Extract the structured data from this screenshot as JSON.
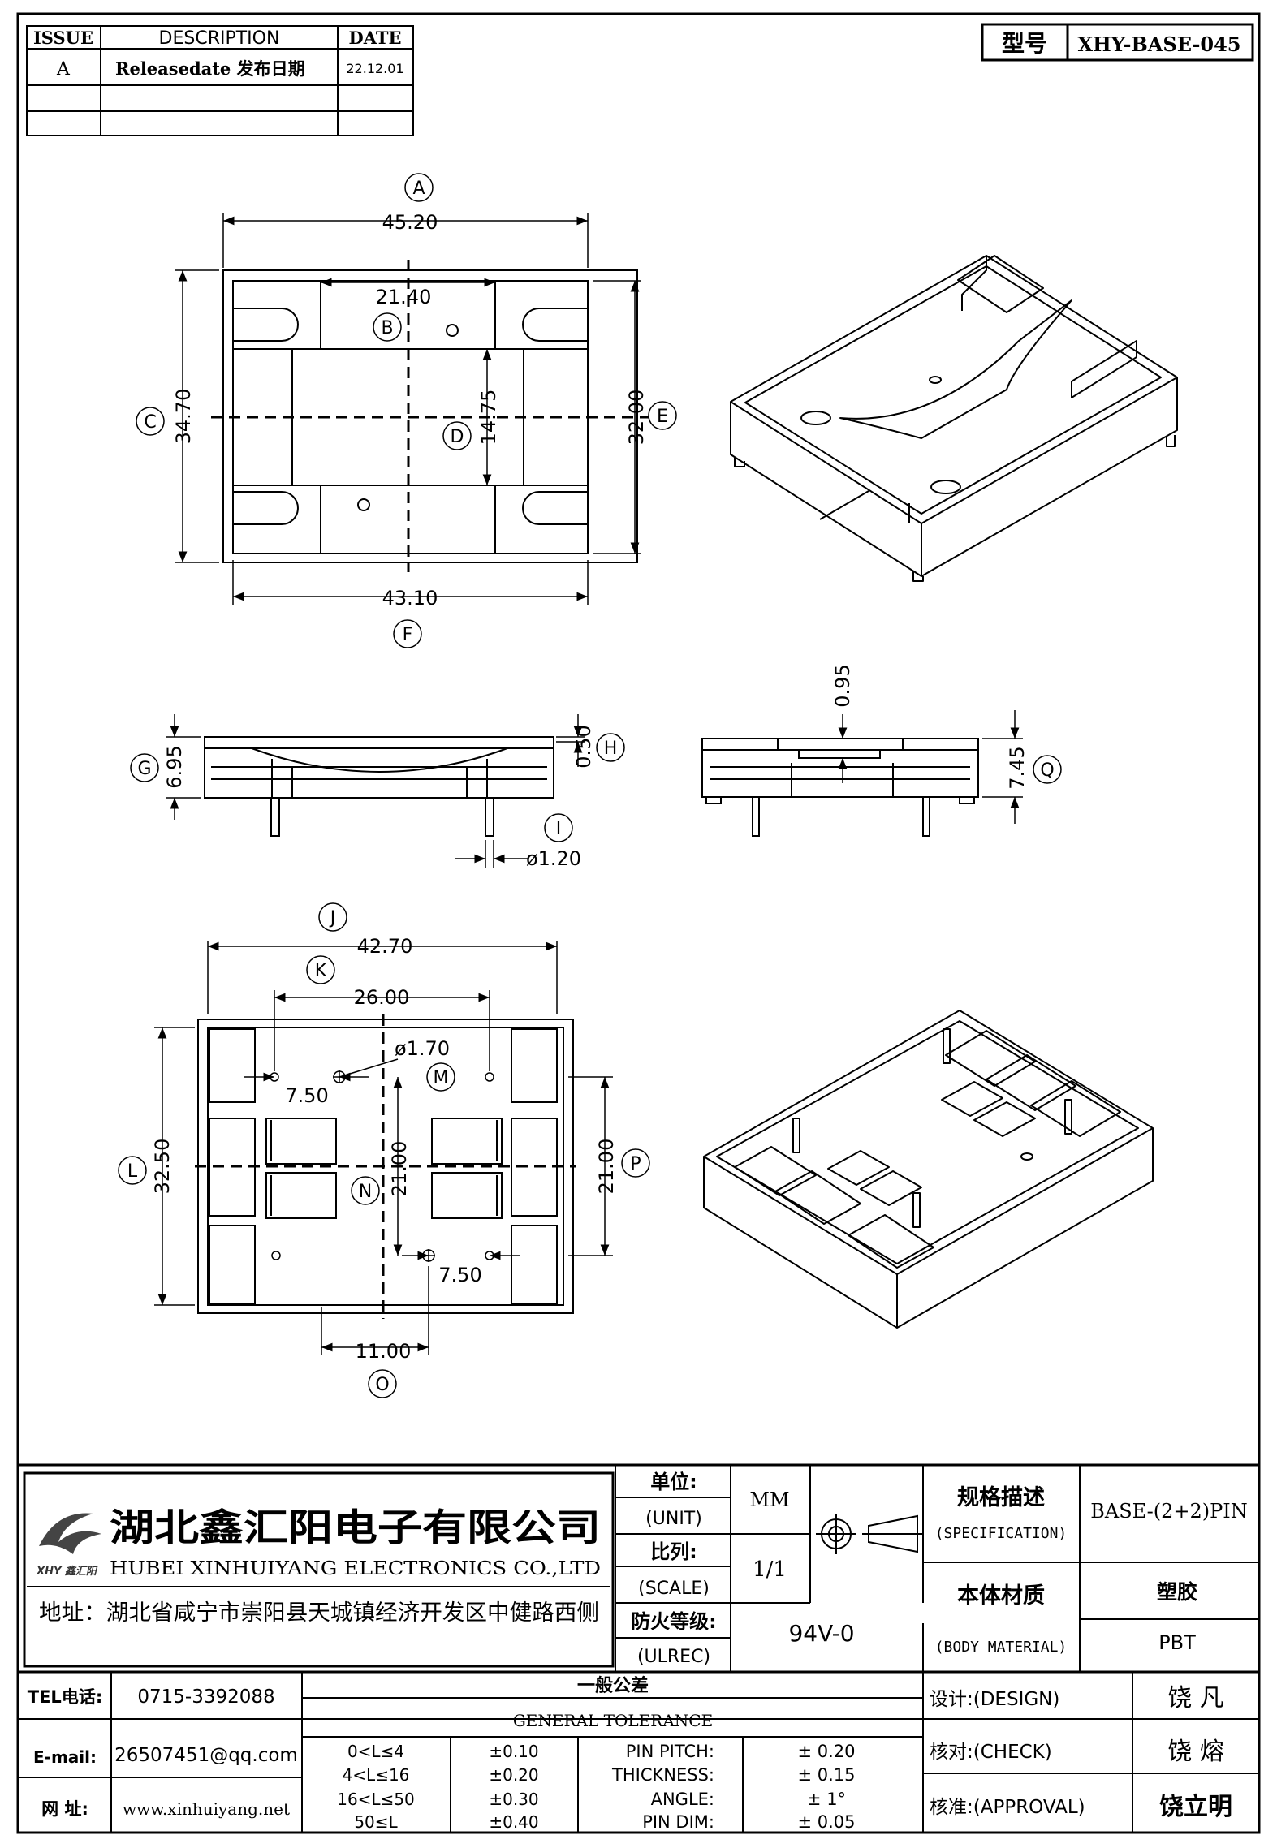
{
  "revision_table": {
    "headers": [
      "ISSUE",
      "DESCRIPTION",
      "DATE"
    ],
    "rows": [
      [
        "A",
        "Releasedate 发布日期",
        "22.12.01"
      ],
      [
        "",
        "",
        ""
      ],
      [
        "",
        "",
        ""
      ]
    ]
  },
  "model": {
    "label": "型号",
    "value": "XHY-BASE-045"
  },
  "top_view": {
    "dims": {
      "A": "45.20",
      "B": "21.40",
      "C": "34.70",
      "D": "14.75",
      "E": "32.00",
      "F": "43.10"
    },
    "markers": [
      "A",
      "B",
      "C",
      "D",
      "E",
      "F"
    ]
  },
  "side_views": {
    "dims": {
      "G": "6.95",
      "H": "0.50",
      "I": "ø1.20",
      "top_step": "0.95",
      "Q": "7.45"
    },
    "markers": [
      "G",
      "H",
      "I",
      "Q"
    ]
  },
  "bottom_view": {
    "dims": {
      "J": "42.70",
      "K": "26.00",
      "M": "ø1.70",
      "pitch_top": "7.50",
      "L": "32.50",
      "N": "21.00",
      "P": "21.00",
      "pitch_bottom": "7.50",
      "O": "11.00"
    },
    "markers": [
      "J",
      "K",
      "L",
      "M",
      "N",
      "O",
      "P"
    ]
  },
  "company": {
    "name_cn": "湖北鑫汇阳电子有限公司",
    "name_en": "HUBEI XINHUIYANG ELECTRONICS CO.,LTD",
    "address": "地址：湖北省咸宁市崇阳县天城镇经济开发区中健路西侧",
    "logo_text": "XHY 鑫汇阳"
  },
  "title_block": {
    "unit_cn": "单位:",
    "unit_en": "(UNIT)",
    "unit_value": "MM",
    "scale_cn": "比列:",
    "scale_en": "(SCALE)",
    "scale_value": "1/1",
    "fire_cn": "防火等级:",
    "fire_en": "(ULREC)",
    "fire_value": "94V-0",
    "spec_cn": "规格描述",
    "spec_en": "(SPECIFICATION)",
    "spec_value": "BASE-(2+2)PIN",
    "material_cn": "本体材质",
    "material_en": "(BODY MATERIAL)",
    "material_cn_value": "塑胶",
    "material_value": "PBT"
  },
  "contact": {
    "tel_label": "TEL电话:",
    "tel": "0715-3392088",
    "email_label": "E-mail:",
    "email": "26507451@qq.com",
    "web_label": "网  址:",
    "web": "www.xinhuiyang.net"
  },
  "tolerance": {
    "title_cn": "一般公差",
    "title_en": "GENERAL TOLERANCE",
    "ranges": [
      [
        "0<L≤4",
        "±0.10"
      ],
      [
        "4<L≤16",
        "±0.20"
      ],
      [
        "16<L≤50",
        "±0.30"
      ],
      [
        "50≤L",
        "±0.40"
      ]
    ],
    "specs": [
      [
        "PIN PITCH:",
        "±  0.20"
      ],
      [
        "THICKNESS:",
        "±  0.15"
      ],
      [
        "ANGLE:",
        "±  1°"
      ],
      [
        "PIN DIM:",
        "±  0.05"
      ]
    ]
  },
  "approvals": {
    "design_label": "设计:(DESIGN)",
    "design_name": "饶  凡",
    "check_label": "核对:(CHECK)",
    "check_name": "饶  熔",
    "approve_label": "核准:(APPROVAL)",
    "approve_name": "饶立明"
  }
}
